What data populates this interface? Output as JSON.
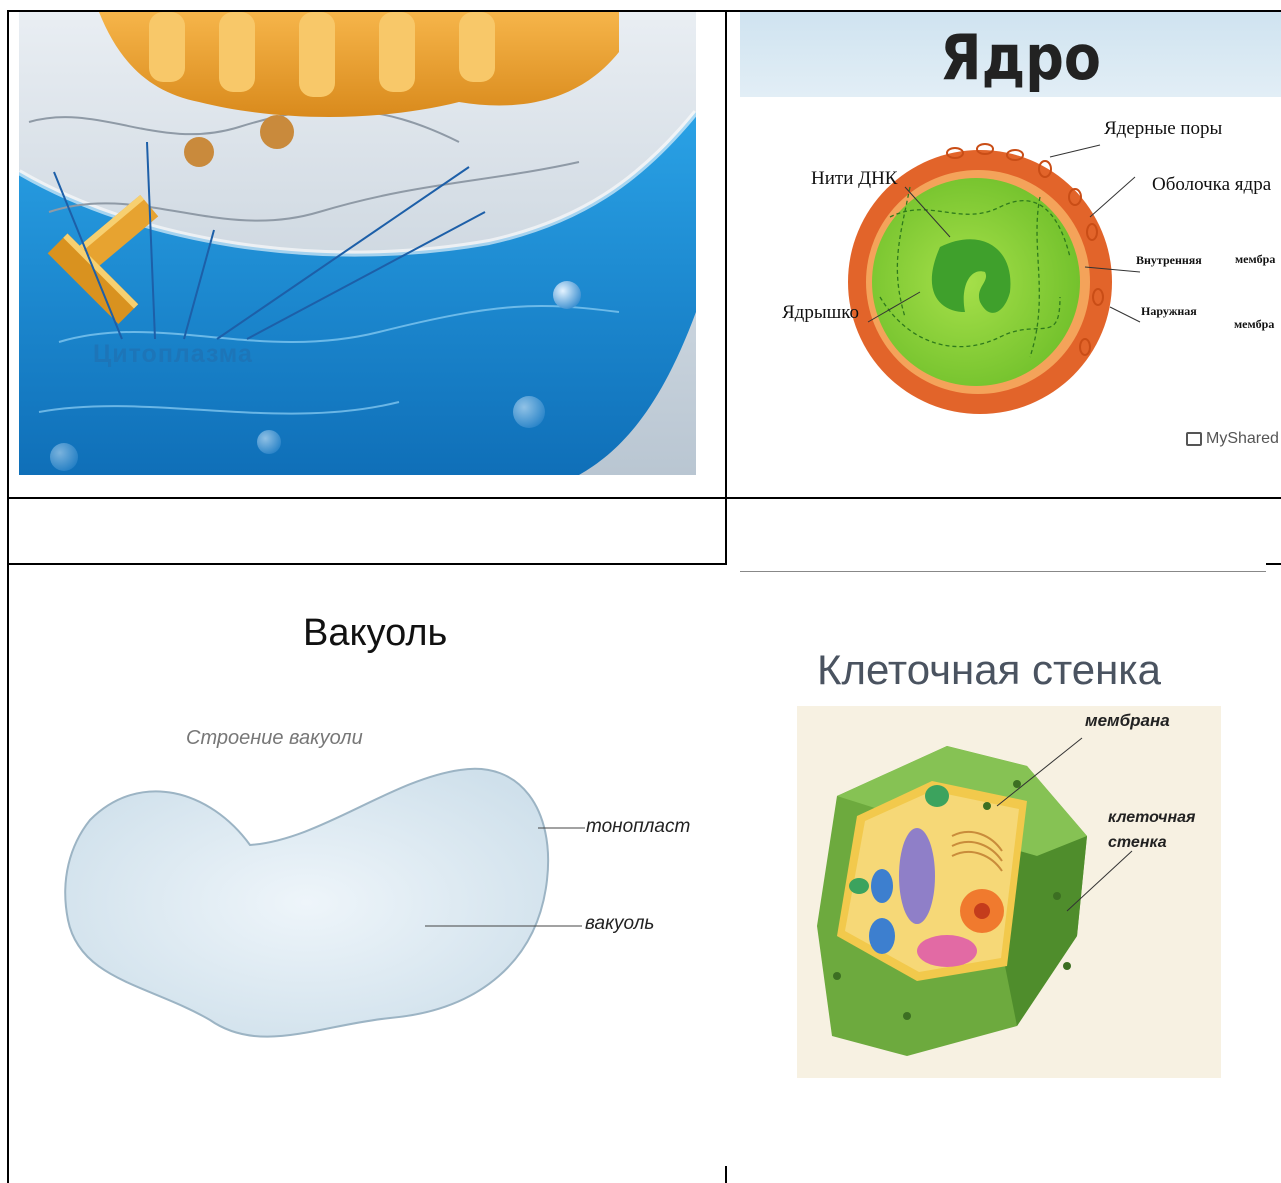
{
  "cells": {
    "cytoplasm": {
      "label": "Цитоплазма"
    },
    "nucleus": {
      "title": "Ядро",
      "labels": {
        "pores": "Ядерные поры",
        "dna": "Нити ДНК",
        "envelope": "Оболочка ядра",
        "inner": "Внутренняя",
        "inner_membrane": "мембра",
        "outer": "Наружная",
        "outer_membrane": "мембра",
        "nucleolus": "Ядрышко"
      },
      "watermark": "MyShared"
    },
    "vacuole": {
      "title": "Вакуоль",
      "subtitle": "Строение вакуоли",
      "labels": {
        "tonoplast": "тонопласт",
        "vacuole": "вакуоль"
      }
    },
    "cell_wall": {
      "title": "Клеточная стенка",
      "labels": {
        "membrane": "мембрана",
        "wall_line1": "клеточная",
        "wall_line2": "стенка"
      }
    }
  },
  "colors": {
    "cytoplasm_blue": "#1f8fd6",
    "label_blue": "#1d75b8",
    "nucleus_orange": "#e2642a",
    "nucleus_green": "#8fd23c",
    "vacuole_fill": "#d6e6f0",
    "wall_green": "#5fa33a"
  }
}
